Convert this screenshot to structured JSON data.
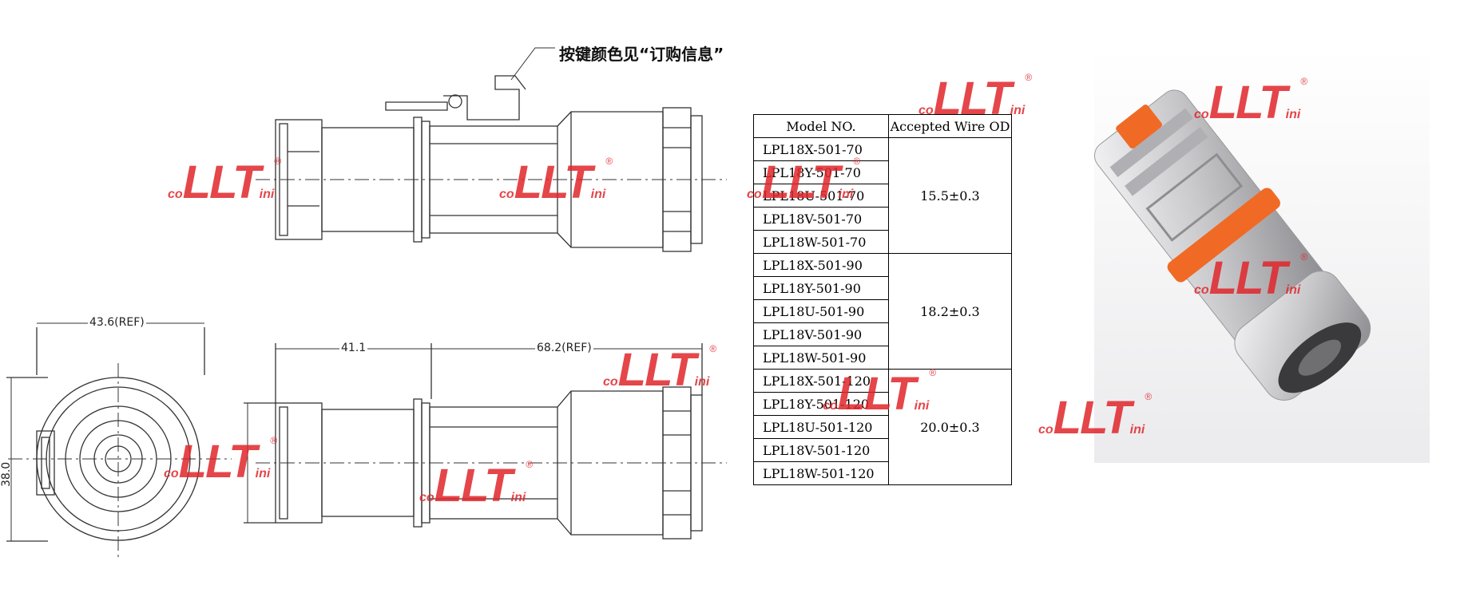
{
  "callout": {
    "text": "按键颜色见“订购信息”"
  },
  "dimensions": {
    "width_ref": "43.6(REF)",
    "height": "38.0",
    "length_front": "41.1",
    "length_ref": "68.2(REF)"
  },
  "table": {
    "headers": [
      "Model NO.",
      "Accepted Wire OD"
    ],
    "groups": [
      {
        "od": "15.5±0.3",
        "models": [
          "LPL18X-501-70",
          "LPL18Y-501-70",
          "LPL18U-501-70",
          "LPL18V-501-70",
          "LPL18W-501-70"
        ]
      },
      {
        "od": "18.2±0.3",
        "models": [
          "LPL18X-501-90",
          "LPL18Y-501-90",
          "LPL18U-501-90",
          "LPL18V-501-90",
          "LPL18W-501-90"
        ]
      },
      {
        "od": "20.0±0.3",
        "models": [
          "LPL18X-501-120",
          "LPL18Y-501-120",
          "LPL18U-501-120",
          "LPL18V-501-120",
          "LPL18W-501-120"
        ]
      }
    ]
  },
  "watermark": {
    "prefix": "co",
    "mark": "LLT",
    "suffix": "ini",
    "reg": "®",
    "color": "#e0262b"
  },
  "photo": {
    "body_color": "#c9c9cc",
    "latch_color": "#f06a26"
  }
}
